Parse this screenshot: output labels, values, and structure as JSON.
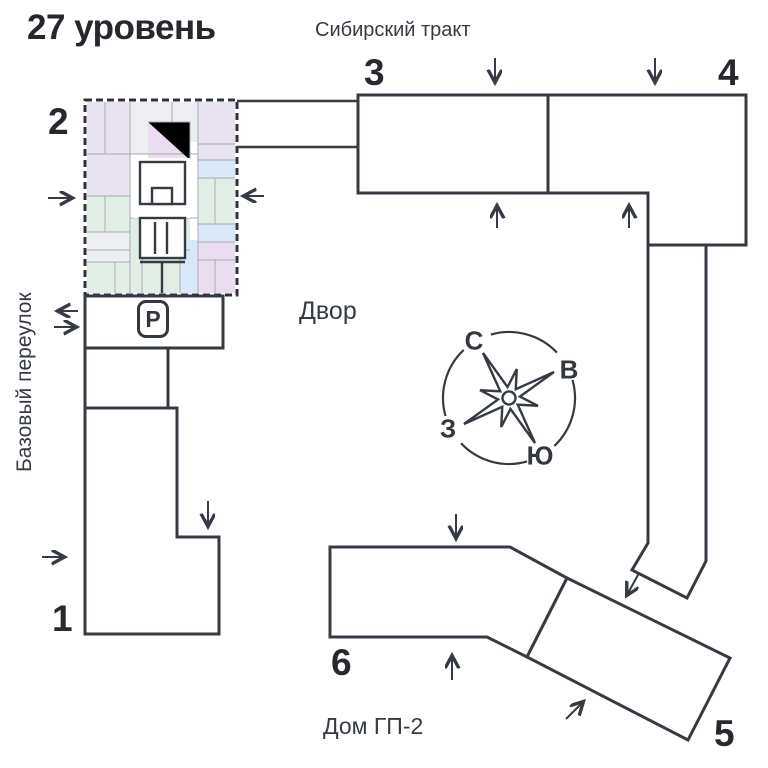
{
  "page": {
    "title": "27 уровень"
  },
  "streets": {
    "top": "Сибирский тракт",
    "left": "Базовый переулок"
  },
  "labels": {
    "courtyard": "Двор",
    "house": "Дом ГП-2",
    "parking": "Р"
  },
  "buildings": {
    "b1": "1",
    "b2": "2",
    "b3": "3",
    "b4": "4",
    "b5": "5",
    "b6": "6"
  },
  "compass": {
    "north": "С",
    "east": "В",
    "west": "З",
    "south": "Ю"
  },
  "colors": {
    "line": "#363b43",
    "text": "#27292e",
    "room_lavender": "#e8e2f1",
    "room_green": "#e2ede5",
    "room_blue": "#d9e7f6",
    "room_purple": "#eaddf0",
    "room_gray": "#edeef2"
  }
}
